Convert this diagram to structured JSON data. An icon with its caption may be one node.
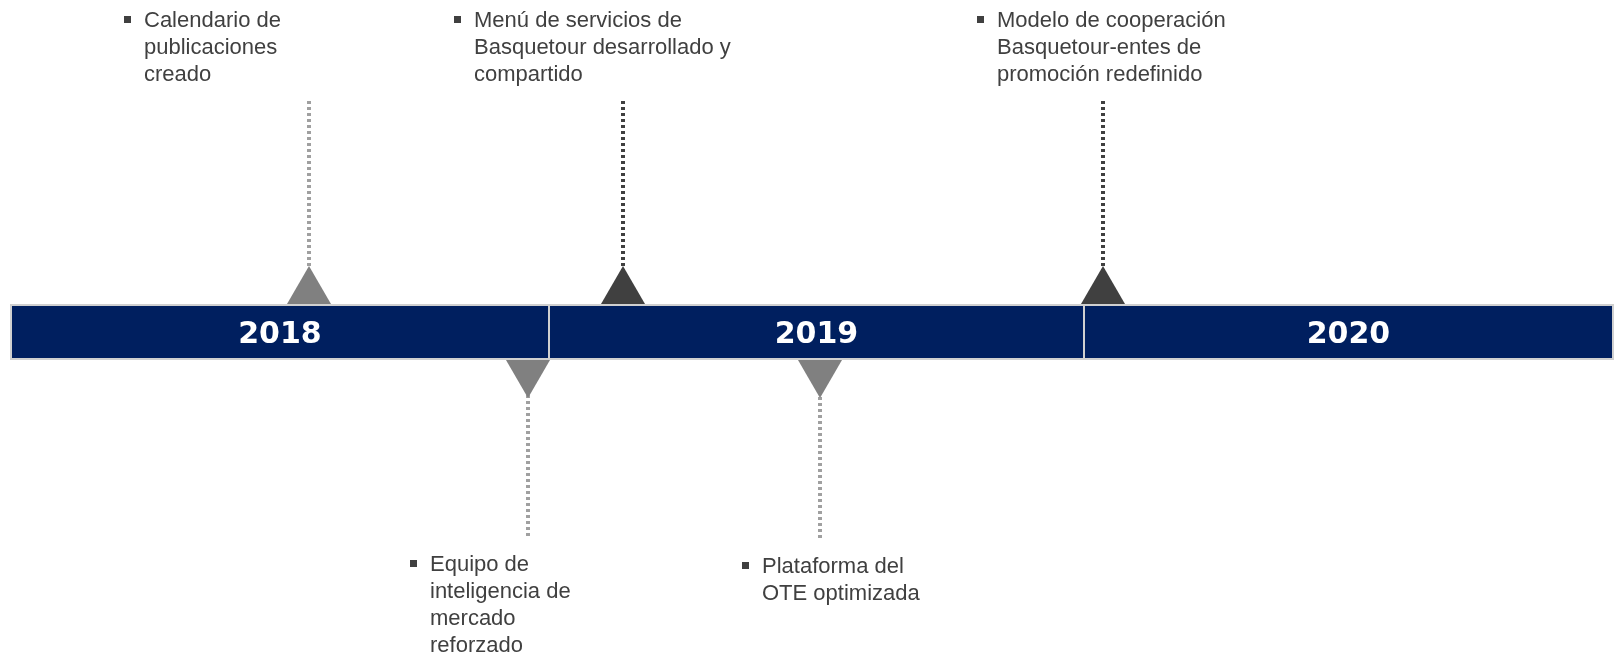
{
  "diagram": {
    "nodes": [
      {
        "text": [
          "2018"
        ]
      },
      {
        "text": [
          "2019"
        ]
      },
      {
        "text": [
          "2020"
        ]
      },
      {
        "text": [
          "Calendario de publicaciones creado"
        ]
      },
      {
        "text": [
          "Menú de servicios de Basquetour desarrollado y compartido"
        ]
      },
      {
        "text": [
          "Modelo de cooperación Basquetour-entes de promoción redefinido"
        ]
      },
      {
        "text": [
          "Equipo de inteligencia de mercado reforzado"
        ]
      },
      {
        "text": [
          "Plataforma del OTE optimizada"
        ]
      }
    ],
    "edges": [
      {
        "from": 3,
        "to": 0,
        "arrow": "other",
        "style": "dashed"
      },
      {
        "from": 4,
        "to": 1,
        "arrow": "other",
        "style": "dashed",
        "color": "#404040"
      },
      {
        "from": 5,
        "to": 2,
        "arrow": "other",
        "style": "dashed",
        "color": "#404040"
      },
      {
        "from": 6,
        "to": 0,
        "arrow": "other",
        "style": "dashed"
      },
      {
        "from": 7,
        "to": 1,
        "arrow": "other",
        "style": "dashed"
      }
    ]
  }
}
